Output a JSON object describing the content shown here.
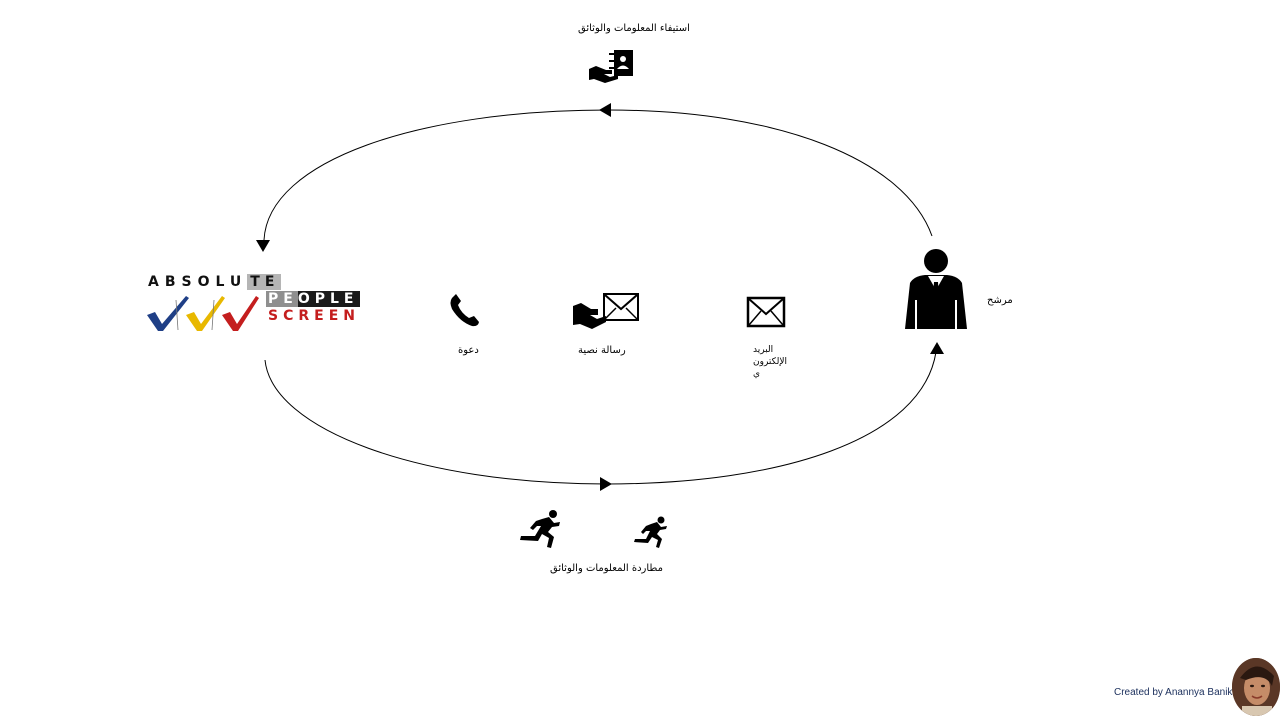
{
  "labels": {
    "top": "استيفاء المعلومات والوثائق",
    "candidate": "مرشح",
    "call": "دعوة",
    "text_message": "رسالة نصية",
    "email_line1": "البريد",
    "email_line2": "الإلكترون",
    "email_line3": "ي",
    "bottom": "مطاردة المعلومات والوثائق"
  },
  "logo": {
    "row1_main": "ABSOLU",
    "row1_hl": "TE",
    "row2_hl": "PE",
    "row2_main": "OPLE",
    "row3": "SCREEN",
    "checkmark_colors": [
      "#1f3f86",
      "#e8b800",
      "#c41e1e"
    ]
  },
  "credit": "Created by Anannya Banik",
  "icons": {
    "top": "hand-contact-card-icon",
    "candidate": "person-in-suit-icon",
    "call": "phone-handset-icon",
    "text_message": "hand-envelope-icon",
    "email": "envelope-icon",
    "runner_left": "running-person-icon",
    "runner_right": "running-person-icon"
  }
}
